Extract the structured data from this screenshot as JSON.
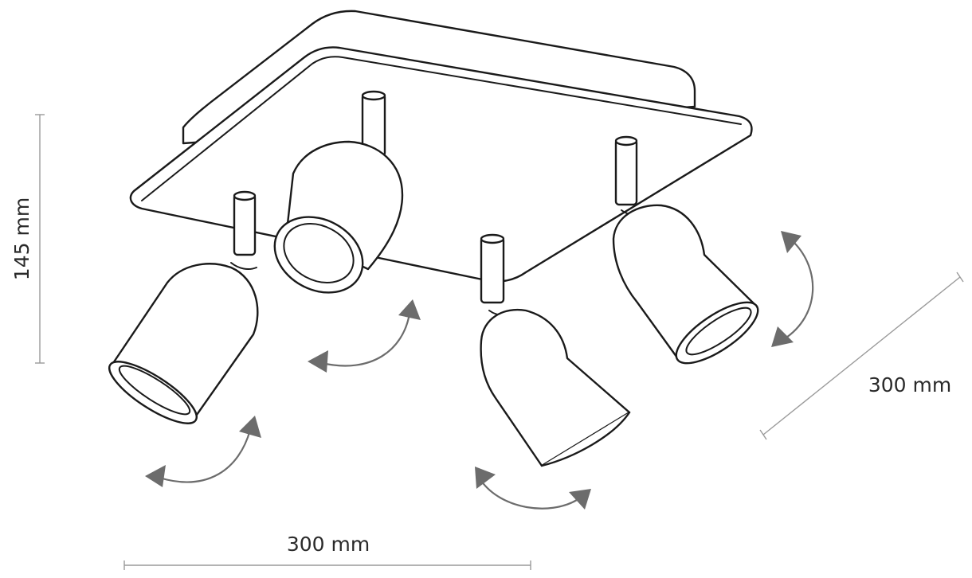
{
  "dimensions": {
    "height_label": "145 mm",
    "depth_label": "300 mm",
    "width_label": "300 mm"
  },
  "colors": {
    "line": "#1a1a1a",
    "arrow": "#6c6c6c",
    "dimension_line": "#9a9a9a",
    "background": "#ffffff"
  }
}
